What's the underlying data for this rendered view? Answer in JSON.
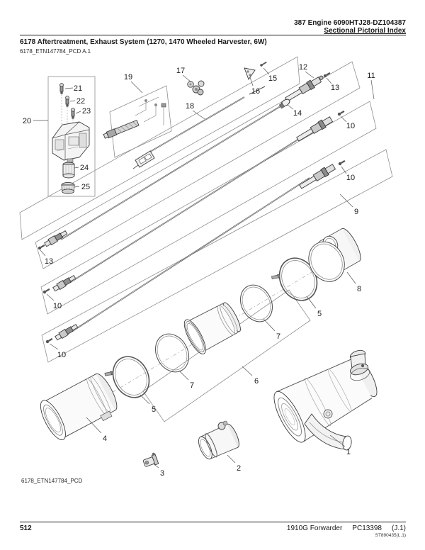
{
  "header": {
    "line1": "387 Engine 6090HTJ28-DZ104387",
    "line2": "Sectional Pictorial Index"
  },
  "section": {
    "title": "6178 Aftertreatment, Exhaust System (1270, 1470 Wheeled Harvester, 6W)",
    "drawing_ref": "6178_ETN147784_PCD A.1",
    "figure_caption": "6178_ETN147784_PCD"
  },
  "footer": {
    "page_number": "512",
    "model": "1910G Forwarder",
    "catalog_number": "PC13398",
    "revision": "(J.1)",
    "print_code": "ST890435(L.1)"
  },
  "colors": {
    "text": "#1a1a1a",
    "part_line": "#3c3c3c",
    "band_line": "#8f8f8f",
    "fill_light": "#f2f2f2"
  },
  "callouts": {
    "c1": "1",
    "c2": "2",
    "c3": "3",
    "c4": "4",
    "c5": "5",
    "c6": "6",
    "c7": "7",
    "c8": "8",
    "c9": "9",
    "c10": "10",
    "c11": "11",
    "c12": "12",
    "c13": "13",
    "c14": "14",
    "c15": "15",
    "c16": "16",
    "c17": "17",
    "c18": "18",
    "c19": "19",
    "c20": "20",
    "c21": "21",
    "c22": "22",
    "c23": "23",
    "c24": "24",
    "c25": "25"
  }
}
